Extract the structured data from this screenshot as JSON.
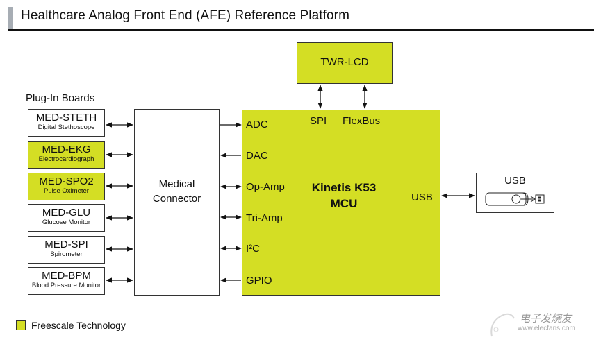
{
  "header": {
    "title": "Healthcare Analog Front End (AFE) Reference Platform"
  },
  "plugin_boards": {
    "label": "Plug-In Boards",
    "boards": [
      {
        "name": "MED-STETH",
        "desc": "Digital Stethoscope",
        "freescale": false
      },
      {
        "name": "MED-EKG",
        "desc": "Electrocardiograph",
        "freescale": true
      },
      {
        "name": "MED-SPO2",
        "desc": "Pulse Oximeter",
        "freescale": true
      },
      {
        "name": "MED-GLU",
        "desc": "Glucose Monitor",
        "freescale": false
      },
      {
        "name": "MED-SPI",
        "desc": "Spirometer",
        "freescale": false
      },
      {
        "name": "MED-BPM",
        "desc": "Blood Pressure Monitor",
        "freescale": false
      }
    ]
  },
  "connector": {
    "line1": "Medical",
    "line2": "Connector"
  },
  "mcu": {
    "line1": "Kinetis K53",
    "line2": "MCU",
    "ports_left": [
      {
        "label": "ADC",
        "direction": "to-mcu"
      },
      {
        "label": "DAC",
        "direction": "from-mcu"
      },
      {
        "label": "Op-Amp",
        "direction": "both"
      },
      {
        "label": "Tri-Amp",
        "direction": "both"
      },
      {
        "label": "I²C",
        "direction": "both"
      },
      {
        "label": "GPIO",
        "direction": "from-mcu"
      }
    ],
    "ports_top": [
      {
        "label": "SPI"
      },
      {
        "label": "FlexBus"
      }
    ],
    "port_right": "USB"
  },
  "lcd": {
    "label": "TWR-LCD"
  },
  "usb_device": {
    "label": "USB",
    "icon": "usb-flash-drive-icon"
  },
  "legend": {
    "label": "Freescale Technology",
    "color": "#d4de24"
  },
  "watermark": {
    "line1": "电子发烧友",
    "line2": "www.elecfans.com"
  }
}
